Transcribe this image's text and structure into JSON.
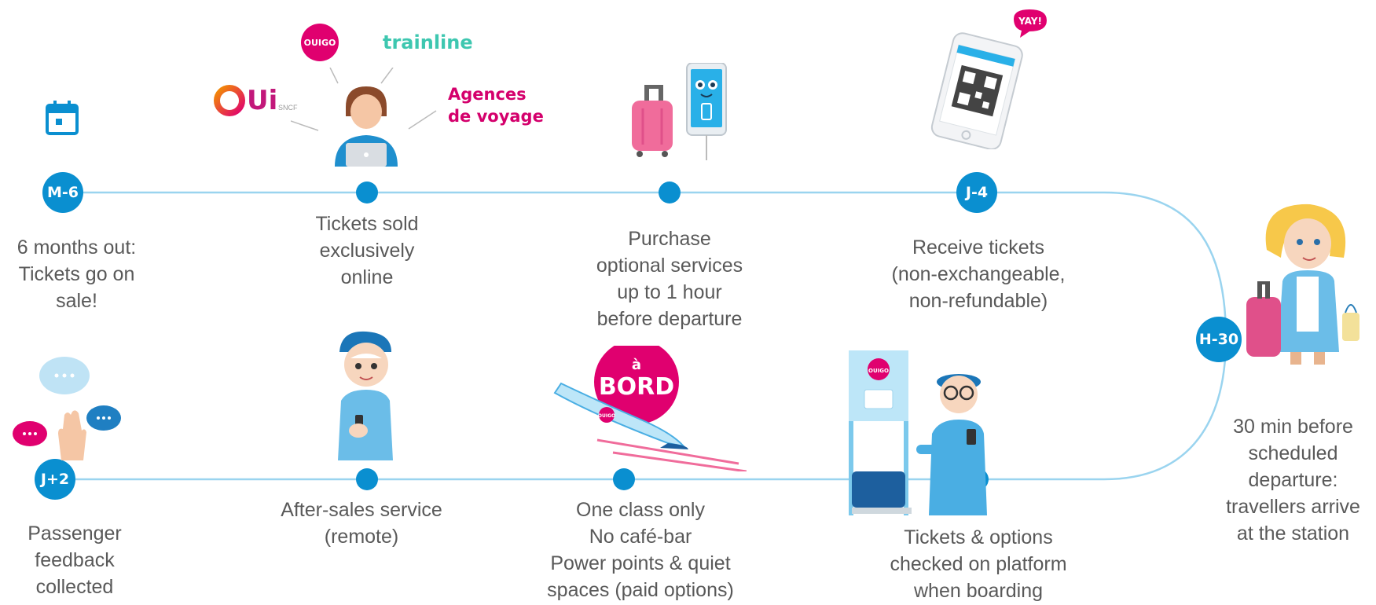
{
  "timeline": {
    "top_row": [
      {
        "id": "m6",
        "badge": "M-6",
        "lines": [
          "6 months out:",
          "Tickets go on",
          "sale!"
        ]
      },
      {
        "id": "online",
        "badge": "",
        "lines": [
          "Tickets sold",
          "exclusively",
          "online"
        ]
      },
      {
        "id": "options",
        "badge": "",
        "lines": [
          "Purchase",
          "optional services",
          "up to 1 hour",
          "before departure"
        ]
      },
      {
        "id": "j4",
        "badge": "J-4",
        "lines": [
          "Receive tickets",
          "(non-exchangeable,",
          "non-refundable)"
        ]
      }
    ],
    "turn": {
      "id": "h30",
      "badge": "H-30",
      "lines": [
        "30 min before",
        "scheduled",
        "departure:",
        "travellers arrive",
        "at the station"
      ]
    },
    "bottom_row": [
      {
        "id": "boarding",
        "badge": "",
        "lines": [
          "Tickets & options",
          "checked on platform",
          "when boarding"
        ]
      },
      {
        "id": "onboard",
        "badge": "",
        "lines": [
          "One class only",
          "No café-bar",
          "Power points & quiet",
          "spaces (paid options)"
        ]
      },
      {
        "id": "aftersales",
        "badge": "",
        "lines": [
          "After-sales service",
          "(remote)"
        ]
      },
      {
        "id": "j2",
        "badge": "J+2",
        "lines": [
          "Passenger",
          "feedback",
          "collected"
        ]
      }
    ]
  },
  "logos": {
    "ouigo": "OUIGO",
    "trainline": "trainline",
    "oui": "Ui",
    "sncf": "SNCF",
    "agences_1": "Agences",
    "agences_2": "de voyage"
  },
  "illustration_text": {
    "yay": "YAY!",
    "a_bord_1": "à",
    "a_bord_2": "BORD",
    "train_logo": "OUIGO",
    "kiosk_logo": "OUIGO"
  },
  "icons": [
    "calendar-icon",
    "chat-bubble-icon",
    "raised-hand-icon"
  ],
  "colors": {
    "timeline": "#0a8fd0",
    "track": "#9ad4ef",
    "brand_pink": "#e0006f",
    "trainline": "#3ec7b0",
    "oui_orange": "#f39200",
    "text": "#595959"
  }
}
